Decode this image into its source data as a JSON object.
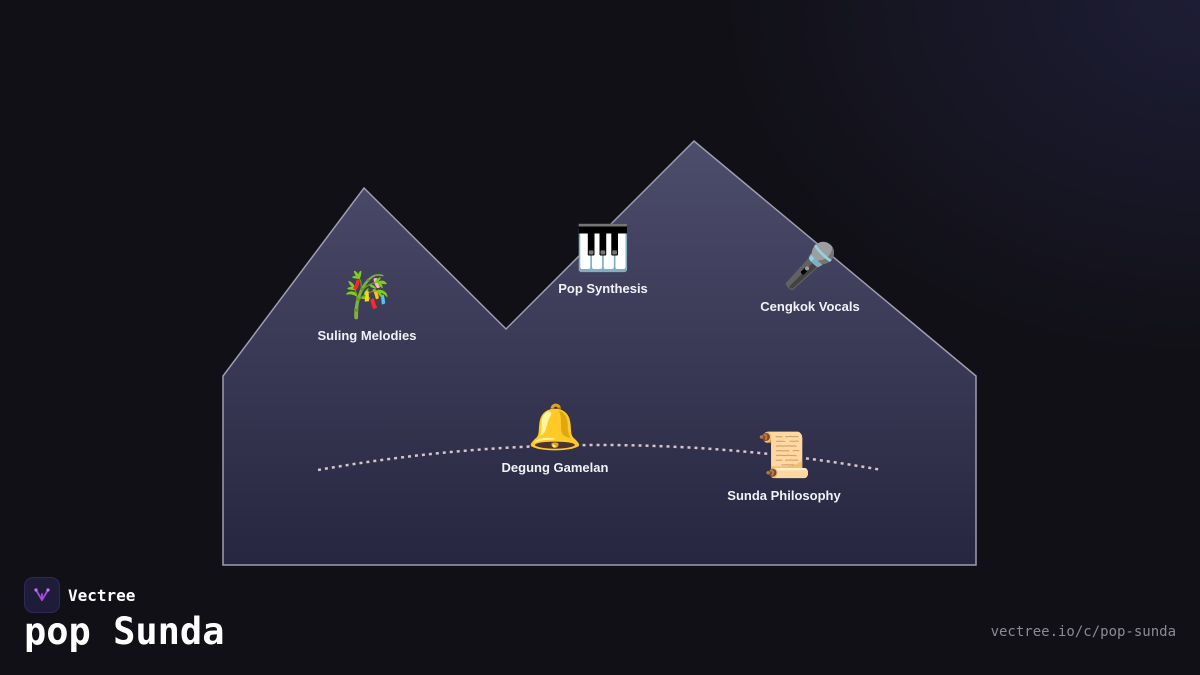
{
  "diagram": {
    "nodes": [
      {
        "id": "suling",
        "icon": "bamboo-icon",
        "emoji": "🎋",
        "label": "Suling Melodies"
      },
      {
        "id": "pop-synthesis",
        "icon": "piano-keys-icon",
        "emoji": "🎹",
        "label": "Pop Synthesis"
      },
      {
        "id": "cengkok",
        "icon": "microphone-icon",
        "emoji": "🎤",
        "label": "Cengkok Vocals"
      },
      {
        "id": "degung",
        "icon": "bell-icon",
        "emoji": "🔔",
        "label": "Degung Gamelan"
      },
      {
        "id": "philosophy",
        "icon": "scroll-icon",
        "emoji": "📜",
        "label": "Sunda Philosophy"
      }
    ],
    "colors": {
      "mountain_top": "#4a4a6a",
      "mountain_bottom": "#272740",
      "outline": "#9a96ac",
      "path": "#d9c7cc"
    }
  },
  "brand": {
    "name": "Vectree",
    "logo_icon": "vectree-logo-icon"
  },
  "page_title": "pop Sunda",
  "url": "vectree.io/c/pop-sunda"
}
